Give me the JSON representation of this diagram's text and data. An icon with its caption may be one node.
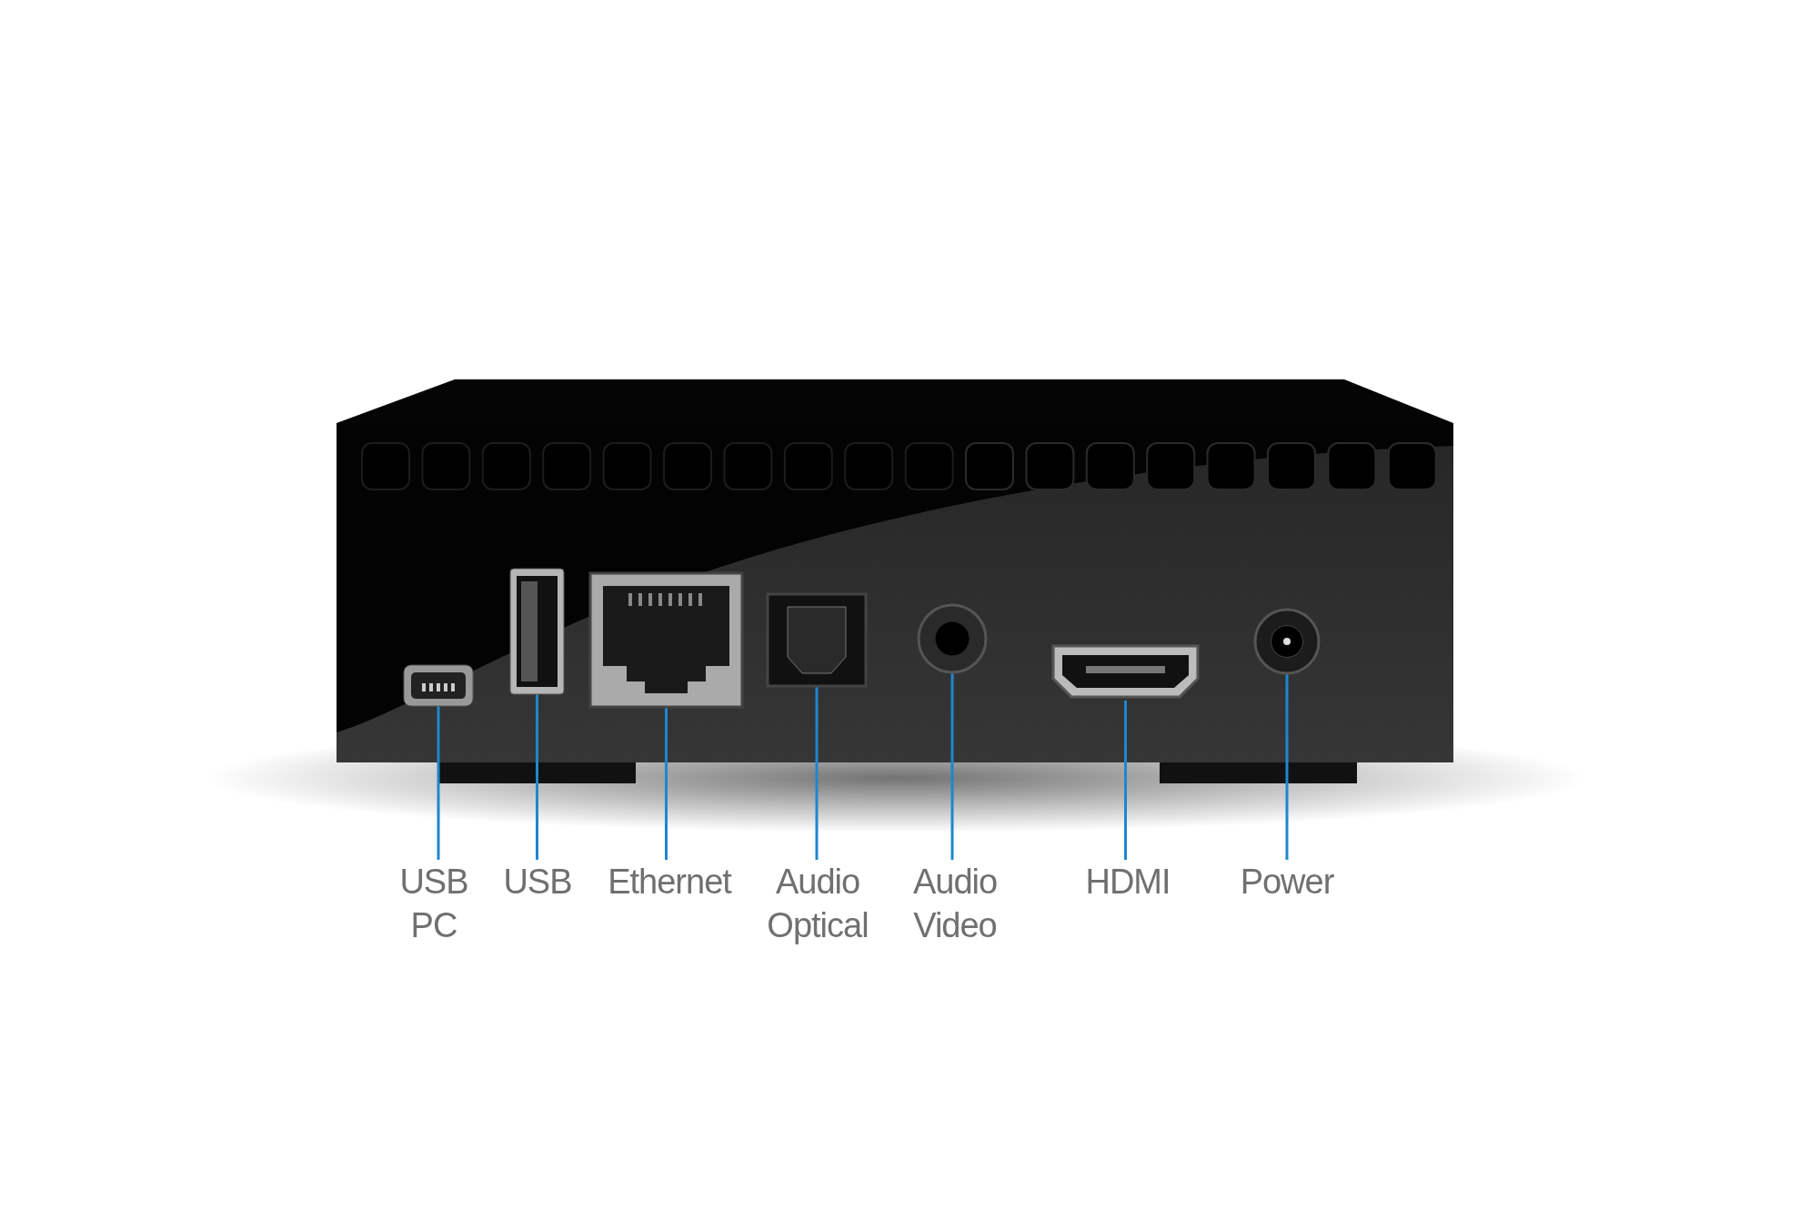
{
  "diagram": {
    "nodes": [
      {
        "text": [],
        "shape": "picture"
      },
      {
        "text": [],
        "shape": "picture"
      },
      {
        "text": [],
        "shape": "picture"
      },
      {
        "text": [],
        "shape": "picture"
      },
      {
        "text": [],
        "shape": "picture"
      },
      {
        "text": [],
        "shape": "picture"
      },
      {
        "text": [],
        "shape": "picture"
      },
      {
        "text": [
          "USB PC"
        ]
      },
      {
        "text": [
          "USB"
        ]
      },
      {
        "text": [
          "Ethernet"
        ]
      },
      {
        "text": [
          "Audio Optical"
        ]
      },
      {
        "text": [
          "Audio Video"
        ]
      },
      {
        "text": [
          "HDMI"
        ]
      },
      {
        "text": [
          "Power"
        ]
      }
    ],
    "edges": [
      {
        "from": 7,
        "to": 0,
        "arrow": "none"
      },
      {
        "from": 8,
        "to": 1,
        "arrow": "none"
      },
      {
        "from": 9,
        "to": 2,
        "arrow": "none"
      },
      {
        "from": 10,
        "to": 3,
        "arrow": "none"
      },
      {
        "from": 11,
        "to": 4,
        "arrow": "none"
      },
      {
        "from": 12,
        "to": 5,
        "arrow": "none"
      },
      {
        "from": 13,
        "to": 6,
        "arrow": "none"
      }
    ]
  }
}
